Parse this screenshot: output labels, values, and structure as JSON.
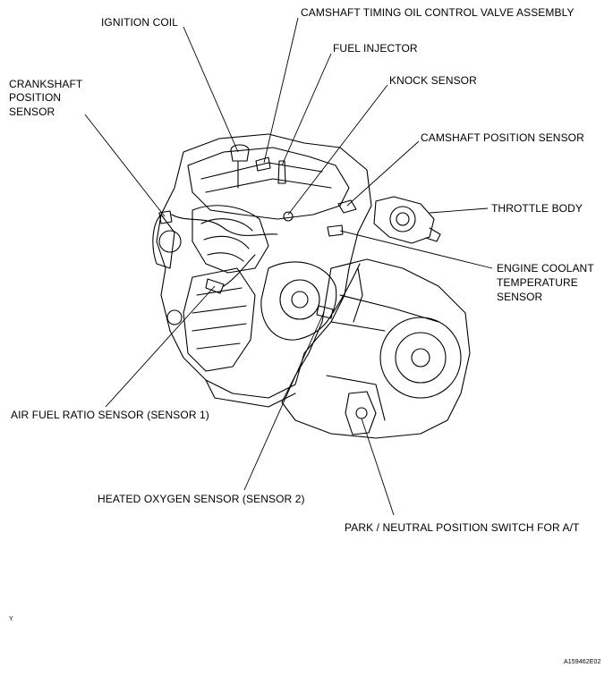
{
  "labels": {
    "ignition_coil": "IGNITION COIL",
    "camshaft_timing_valve": "CAMSHAFT TIMING OIL CONTROL VALVE ASSEMBLY",
    "fuel_injector": "FUEL INJECTOR",
    "crankshaft_sensor_line1": "CRANKSHAFT",
    "crankshaft_sensor_line2": "POSITION",
    "crankshaft_sensor_line3": "SENSOR",
    "knock_sensor": "KNOCK SENSOR",
    "camshaft_position_sensor": "CAMSHAFT POSITION SENSOR",
    "throttle_body": "THROTTLE BODY",
    "coolant_sensor_line1": "ENGINE COOLANT",
    "coolant_sensor_line2": "TEMPERATURE",
    "coolant_sensor_line3": "SENSOR",
    "air_fuel_ratio_sensor": "AIR FUEL RATIO SENSOR (SENSOR 1)",
    "heated_oxygen_sensor": "HEATED OXYGEN SENSOR (SENSOR 2)",
    "park_neutral_switch": "PARK / NEUTRAL POSITION SWITCH FOR A/T",
    "corner_mark": "Y",
    "figure_code": "A159462E02"
  }
}
